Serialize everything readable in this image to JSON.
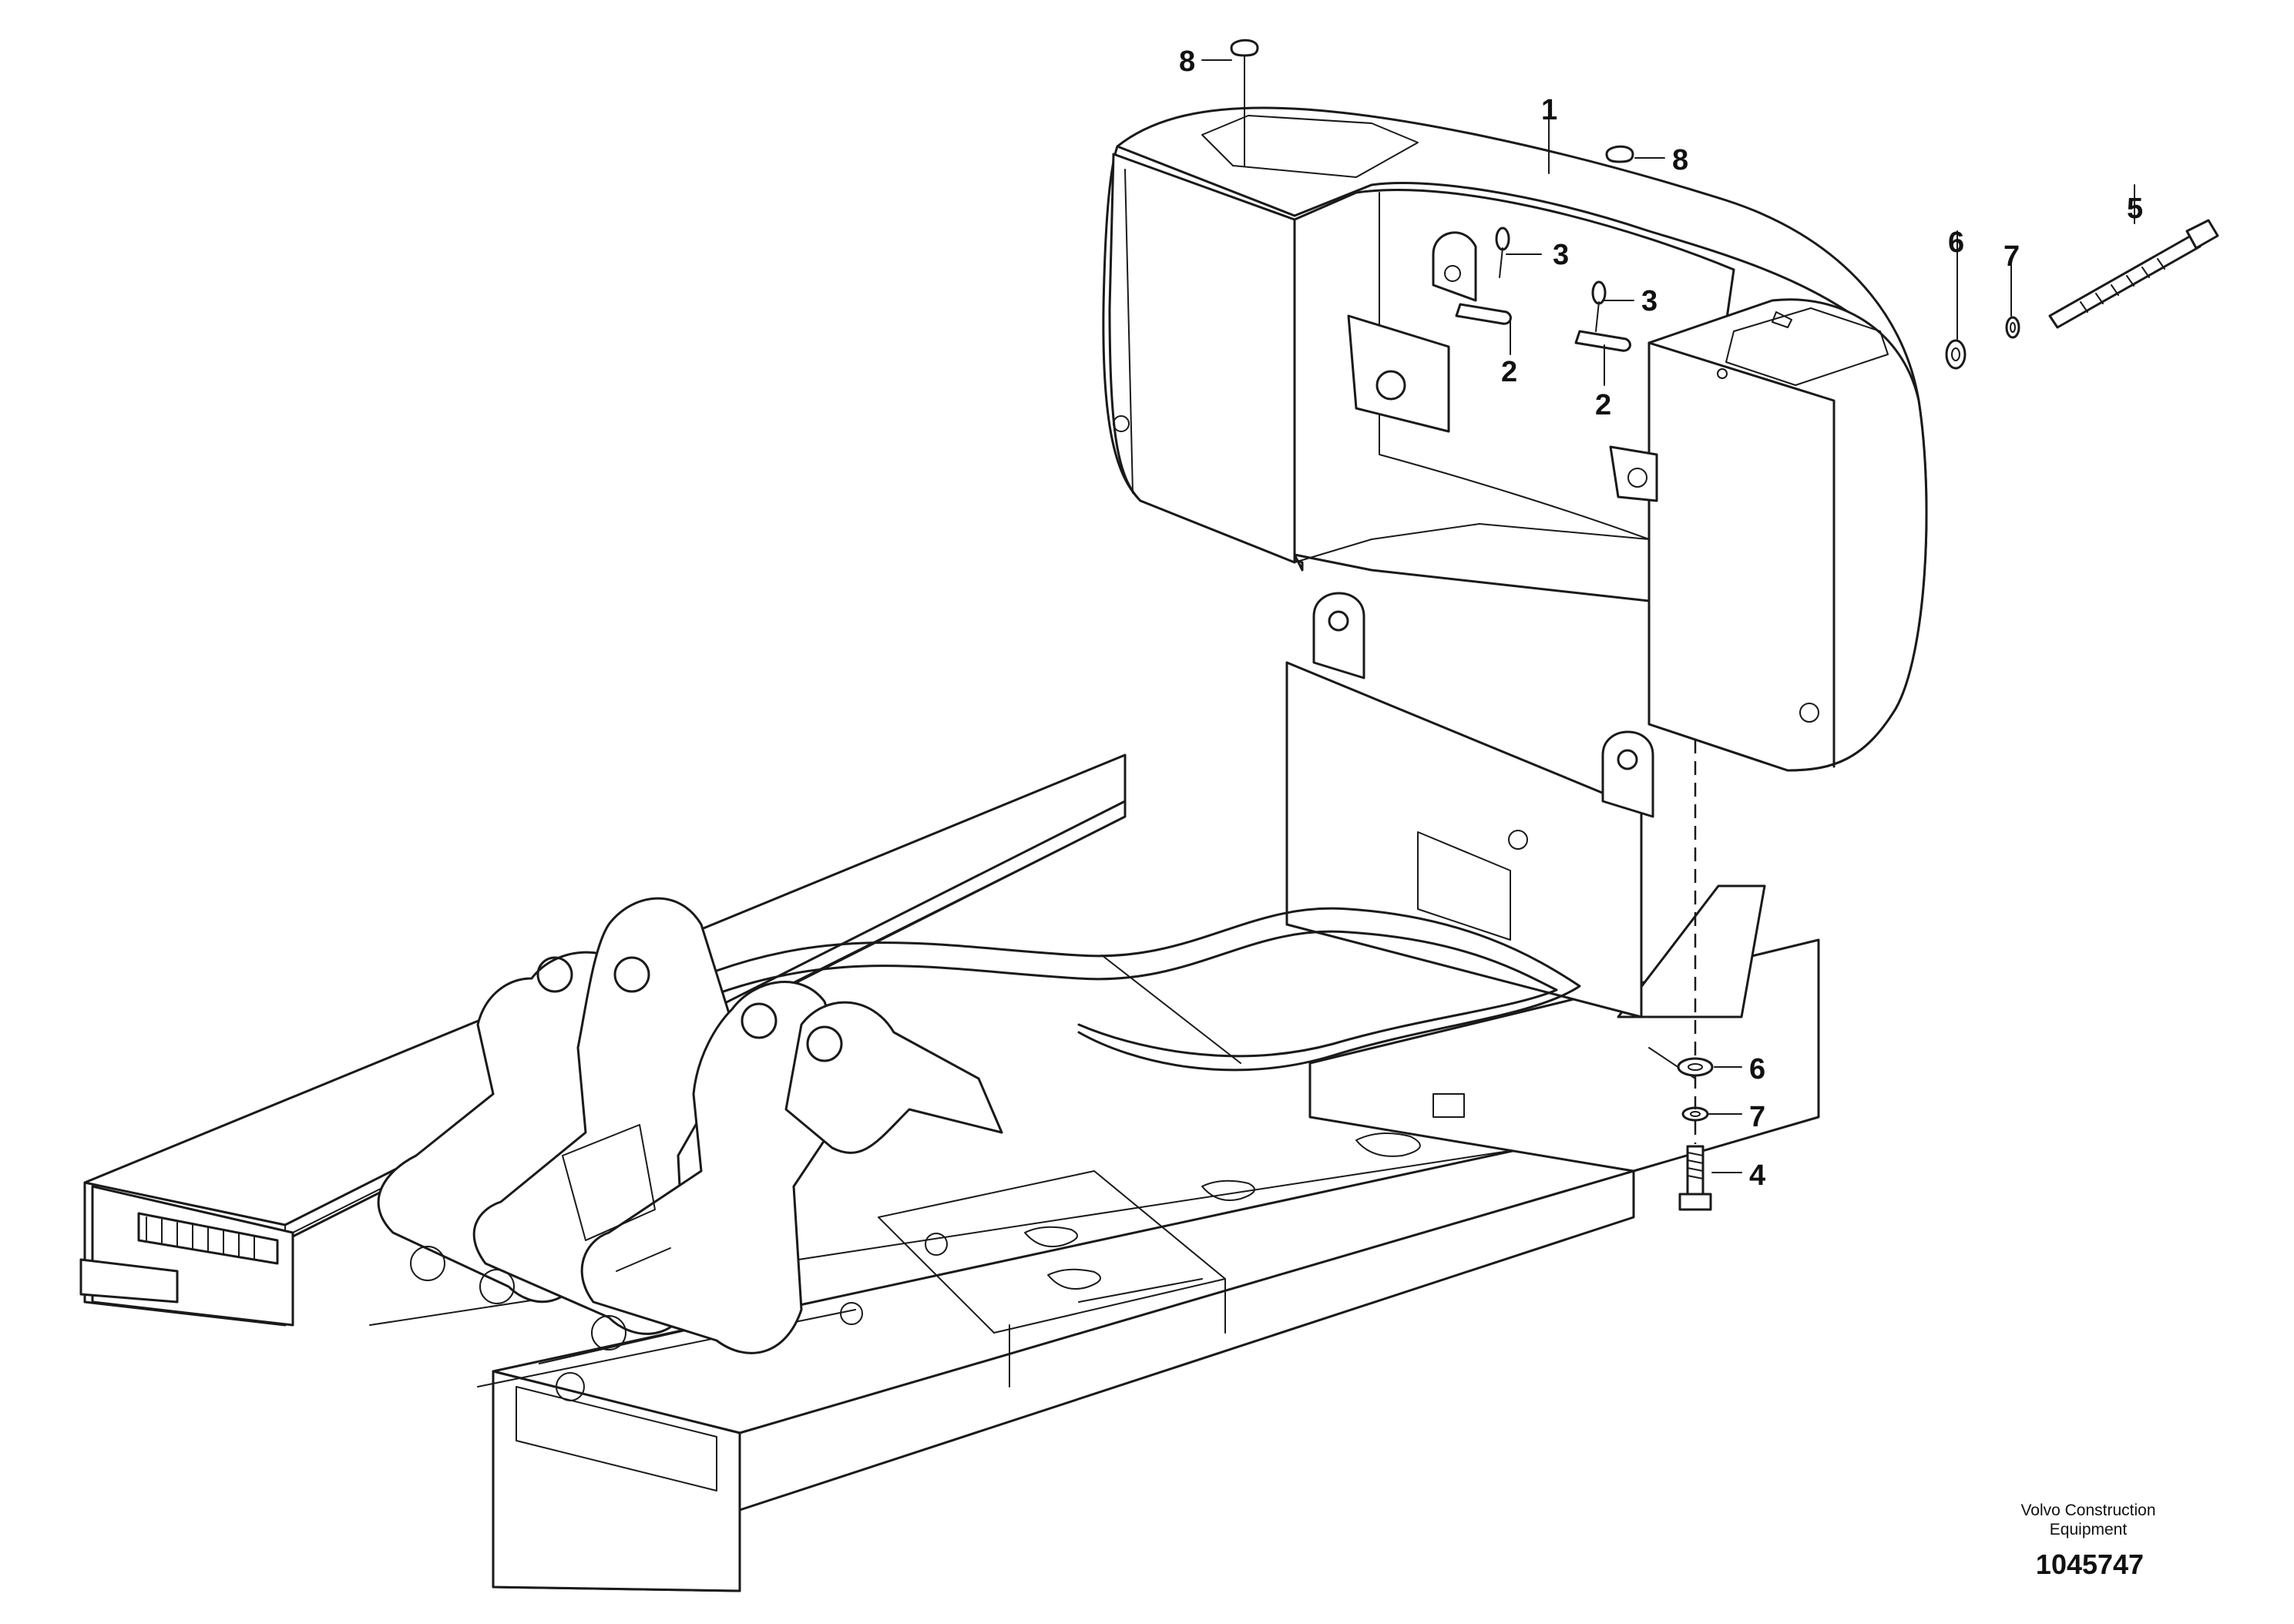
{
  "drawing": {
    "publisher_line1": "Volvo Construction",
    "publisher_line2": "Equipment",
    "drawing_number": "1045747"
  },
  "callouts": {
    "c1": "1",
    "c2a": "2",
    "c2b": "2",
    "c3a": "3",
    "c3b": "3",
    "c4": "4",
    "c5": "5",
    "c6a": "6",
    "c6b": "6",
    "c7a": "7",
    "c7b": "7",
    "c8a": "8",
    "c8b": "8"
  }
}
